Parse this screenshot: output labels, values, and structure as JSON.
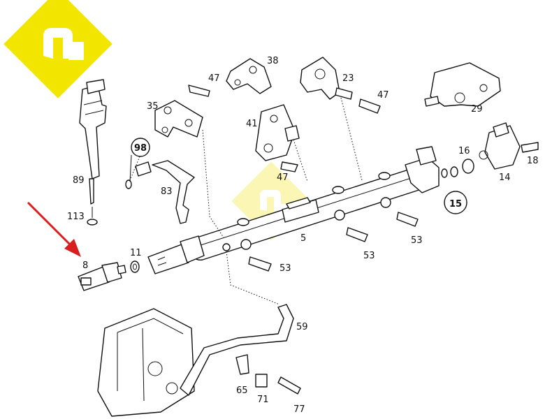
{
  "colors": {
    "logo": "#f2e600",
    "watermark": "#fbf5a8",
    "arrow": "#d81e1e",
    "line": "#111111"
  },
  "callouts": {
    "c5": "5",
    "c8": "8",
    "c11": "11",
    "c14": "14",
    "c15": "15",
    "c16": "16",
    "c18": "18",
    "c23": "23",
    "c29": "29",
    "c35": "35",
    "c38": "38",
    "c41": "41",
    "c47a": "47",
    "c47b": "47",
    "c47c": "47",
    "c53a": "53",
    "c53b": "53",
    "c53c": "53",
    "c59": "59",
    "c65": "65",
    "c71": "71",
    "c77": "77",
    "c83": "83",
    "c89": "89",
    "c98": "98",
    "c113": "113"
  },
  "icons": {
    "logo": "brand-logo-icon",
    "pointer": "red-arrow-icon"
  }
}
